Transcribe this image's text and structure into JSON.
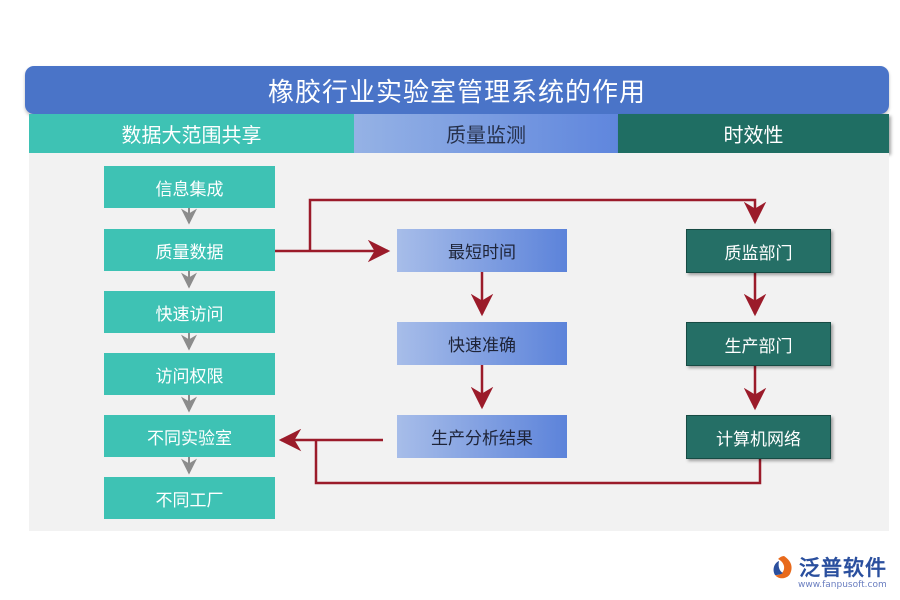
{
  "title": "橡胶行业实验室管理系统的作用",
  "headers": [
    "数据大范围共享",
    "质量监测",
    "时效性"
  ],
  "column1": [
    "信息集成",
    "质量数据",
    "快速访问",
    "访问权限",
    "不同实验室",
    "不同工厂"
  ],
  "column2": [
    "最短时间",
    "快速准确",
    "生产分析结果"
  ],
  "column3": [
    "质监部门",
    "生产部门",
    "计算机网络"
  ],
  "logo": {
    "name": "泛普软件",
    "url": "www.fanpusoft.com"
  },
  "colors": {
    "title_bg": "#4a74c8",
    "teal": "#3ec2b4",
    "dark_teal": "#256f66",
    "arrow_red": "#9b1b2a",
    "arrow_gray": "#8c8c8c"
  }
}
